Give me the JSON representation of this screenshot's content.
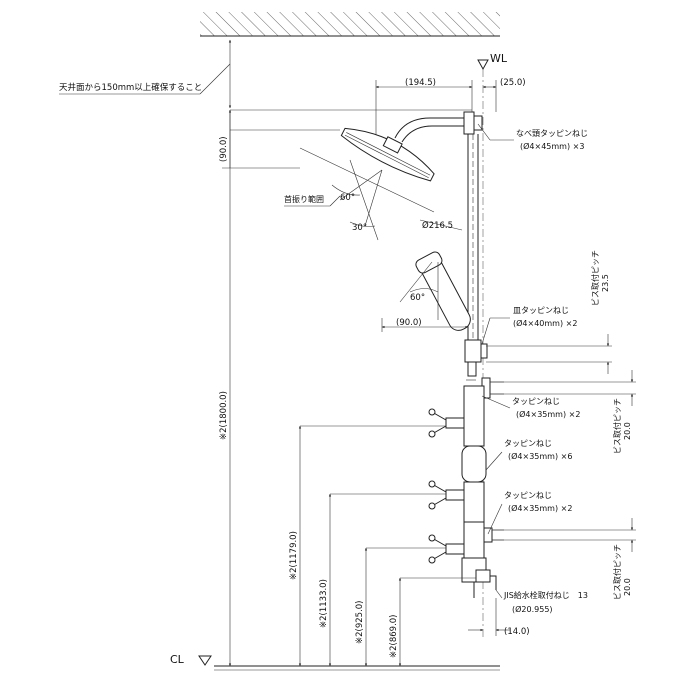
{
  "labels": {
    "wl": "WL",
    "cl": "CL",
    "ceiling_note": "天井面から150mm以上確保すること",
    "head_swing": "首振り範囲",
    "dim_194_5": "(194.5)",
    "dim_25_0": "(25.0)",
    "dim_90_0_head": "(90.0)",
    "dim_90_0_hand": "(90.0)",
    "dim_216_5": "Ø216.5",
    "angle_60_head": "60°",
    "angle_30_head": "30°",
    "angle_60_hand": "60°",
    "screw1_name": "なべ頭タッピンねじ",
    "screw1_spec": "(Ø4×45mm) ×3",
    "screw2_name": "皿タッピンねじ",
    "screw2_spec": "(Ø4×40mm) ×2",
    "screw3_name": "タッピンねじ",
    "screw3_spec": "(Ø4×35mm) ×2",
    "screw4_name": "タッピンねじ",
    "screw4_spec": "(Ø4×35mm) ×6",
    "screw5_name": "タッピンねじ",
    "screw5_spec": "(Ø4×35mm) ×2",
    "jis_name": "JIS給水栓取付ねじ　13",
    "jis_spec": "(Ø20.955)",
    "dim_14_0": "(14.0)",
    "pitch_label_1": "ビス取付ピッチ",
    "pitch_value_1": "23.5",
    "pitch_label_2": "ビス取付ピッチ",
    "pitch_value_2": "20.0",
    "pitch_label_3": "ビス取付ピッチ",
    "pitch_value_3": "20.0",
    "height_1800": "※2(1800.0)",
    "height_1179": "※2(1179.0)",
    "height_1133": "※2(1133.0)",
    "height_925": "※2(925.0)",
    "height_869": "※2(869.0)"
  }
}
